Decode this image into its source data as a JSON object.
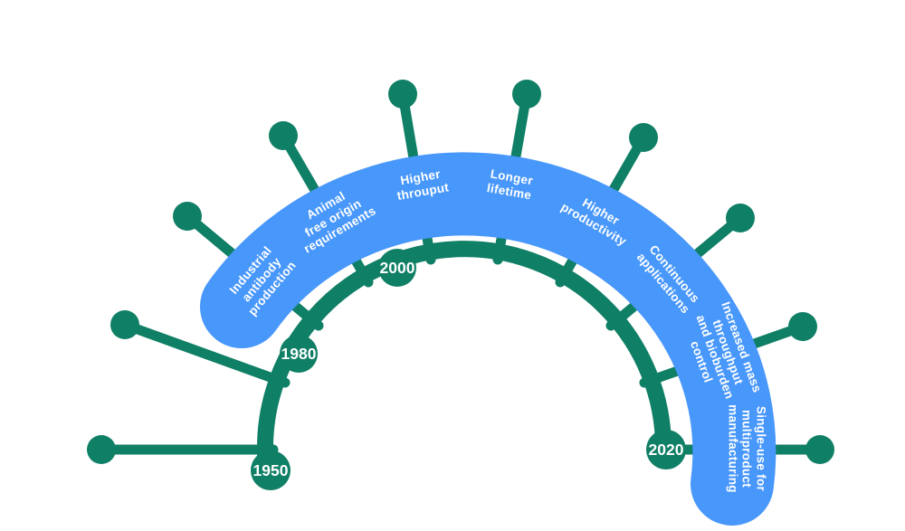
{
  "diagram": {
    "years": [
      "1950",
      "1980",
      "2000",
      "2020"
    ],
    "milestones": [
      {
        "label": "Industrial\nantibody\nproduction"
      },
      {
        "label": "Animal\nfree origin\nrequirements"
      },
      {
        "label": "Higher\nthrouput"
      },
      {
        "label": "Longer\nlifetime"
      },
      {
        "label": "Higher\nproductivity"
      },
      {
        "label": "Continuous\napplications"
      },
      {
        "label": "Increased mass\nthroughput\nand bioburden\ncontrol"
      },
      {
        "label": "Single-use for\nmultiproduct\nmanufacturing"
      }
    ],
    "colors": {
      "green": "#0f7f65",
      "blue": "#4897fb",
      "label_text": "#ffffff"
    }
  }
}
